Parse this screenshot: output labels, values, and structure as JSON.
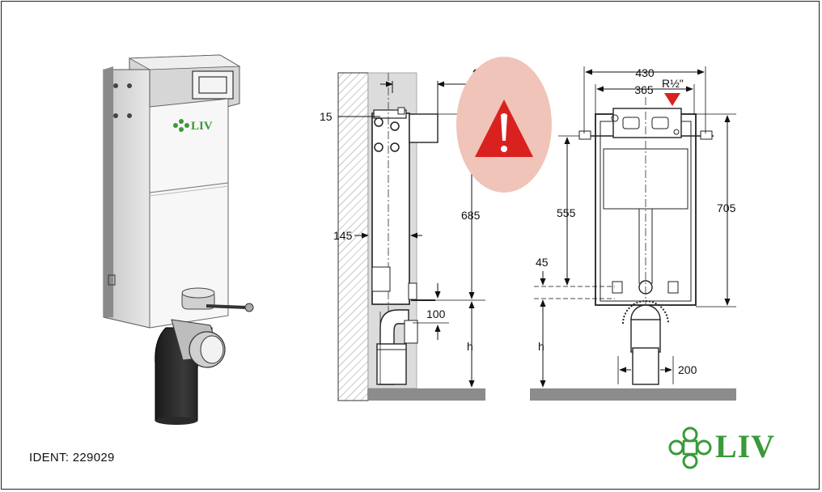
{
  "ident_label": "IDENT: 229029",
  "brand_name": "LIV",
  "colors": {
    "brand_green": "#3a9a3a",
    "warning_red": "#d9211f",
    "warning_halo": "#f0c4b8",
    "floor_gray": "#8c8c8c",
    "wall_gray": "#d9d9d9"
  },
  "dimensions": {
    "adjust_range": "20-80",
    "top_offset": "15",
    "depth": "145",
    "height_side": "685",
    "pipe_offset": "100",
    "h_side": "h",
    "width_outer": "430",
    "width_inner": "365",
    "thread": "R½\"",
    "height_front": "555",
    "height_total": "705",
    "bottom_offset": "45",
    "h_front": "h",
    "pipe_width": "200"
  },
  "icons": {
    "warning": "warning-triangle-icon",
    "logo": "liv-clover-logo-icon"
  }
}
